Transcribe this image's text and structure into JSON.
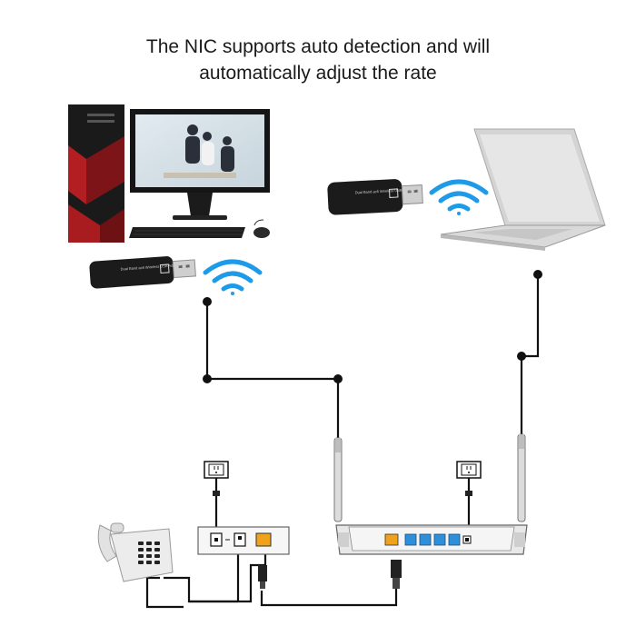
{
  "caption": {
    "line1": "The NIC supports auto detection and will",
    "line2": "automatically adjust the rate"
  },
  "dongle": {
    "label": "Dual Band ac6 Wireless USB Adapter"
  },
  "colors": {
    "wire": "#111111",
    "wifi": "#1e9be8",
    "router_port": "#2f8fd8",
    "wan_port": "#f0a21c",
    "dongle_body": "#1b1b1b"
  },
  "icons": [
    "desktop-computer-icon",
    "laptop-icon",
    "usb-wifi-dongle-icon",
    "wifi-signal-icon",
    "wireless-router-icon",
    "modem-icon",
    "telephone-icon",
    "power-socket-icon"
  ]
}
